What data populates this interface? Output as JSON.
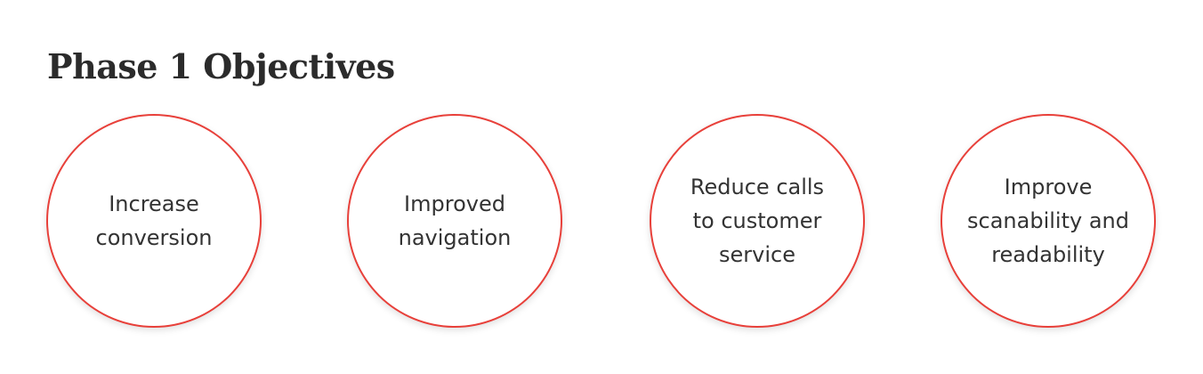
{
  "title": "Phase 1 Objectives",
  "objectives": [
    {
      "label": "Increase\nconversion"
    },
    {
      "label": "Improved\nnavigation"
    },
    {
      "label": "Reduce calls\nto customer\nservice"
    },
    {
      "label": "Improve\nscanability and\nreadability"
    }
  ],
  "colors": {
    "accent": "#e8403a",
    "text": "#333333",
    "title": "#2b2b2b",
    "background": "#ffffff"
  }
}
